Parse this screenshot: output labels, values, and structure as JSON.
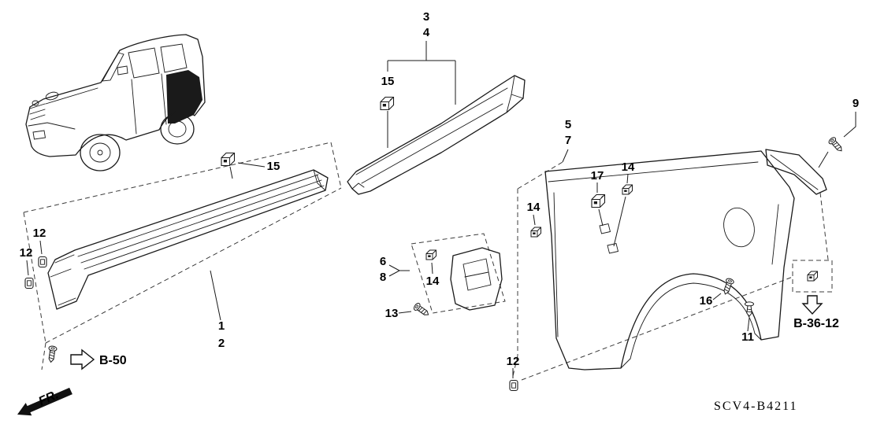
{
  "diagram": {
    "code": "SCV4-B4211",
    "front_marker_label": "FR."
  },
  "references": {
    "b50": "B-50",
    "b36_12": "B-36-12"
  },
  "part_labels": {
    "p1": "1",
    "p2": "2",
    "p3": "3",
    "p4": "4",
    "p5": "5",
    "p6": "6",
    "p7": "7",
    "p8": "8",
    "p9": "9",
    "p11": "11",
    "p12": "12",
    "p13": "13",
    "p14": "14",
    "p15": "15",
    "p16": "16",
    "p17": "17"
  }
}
